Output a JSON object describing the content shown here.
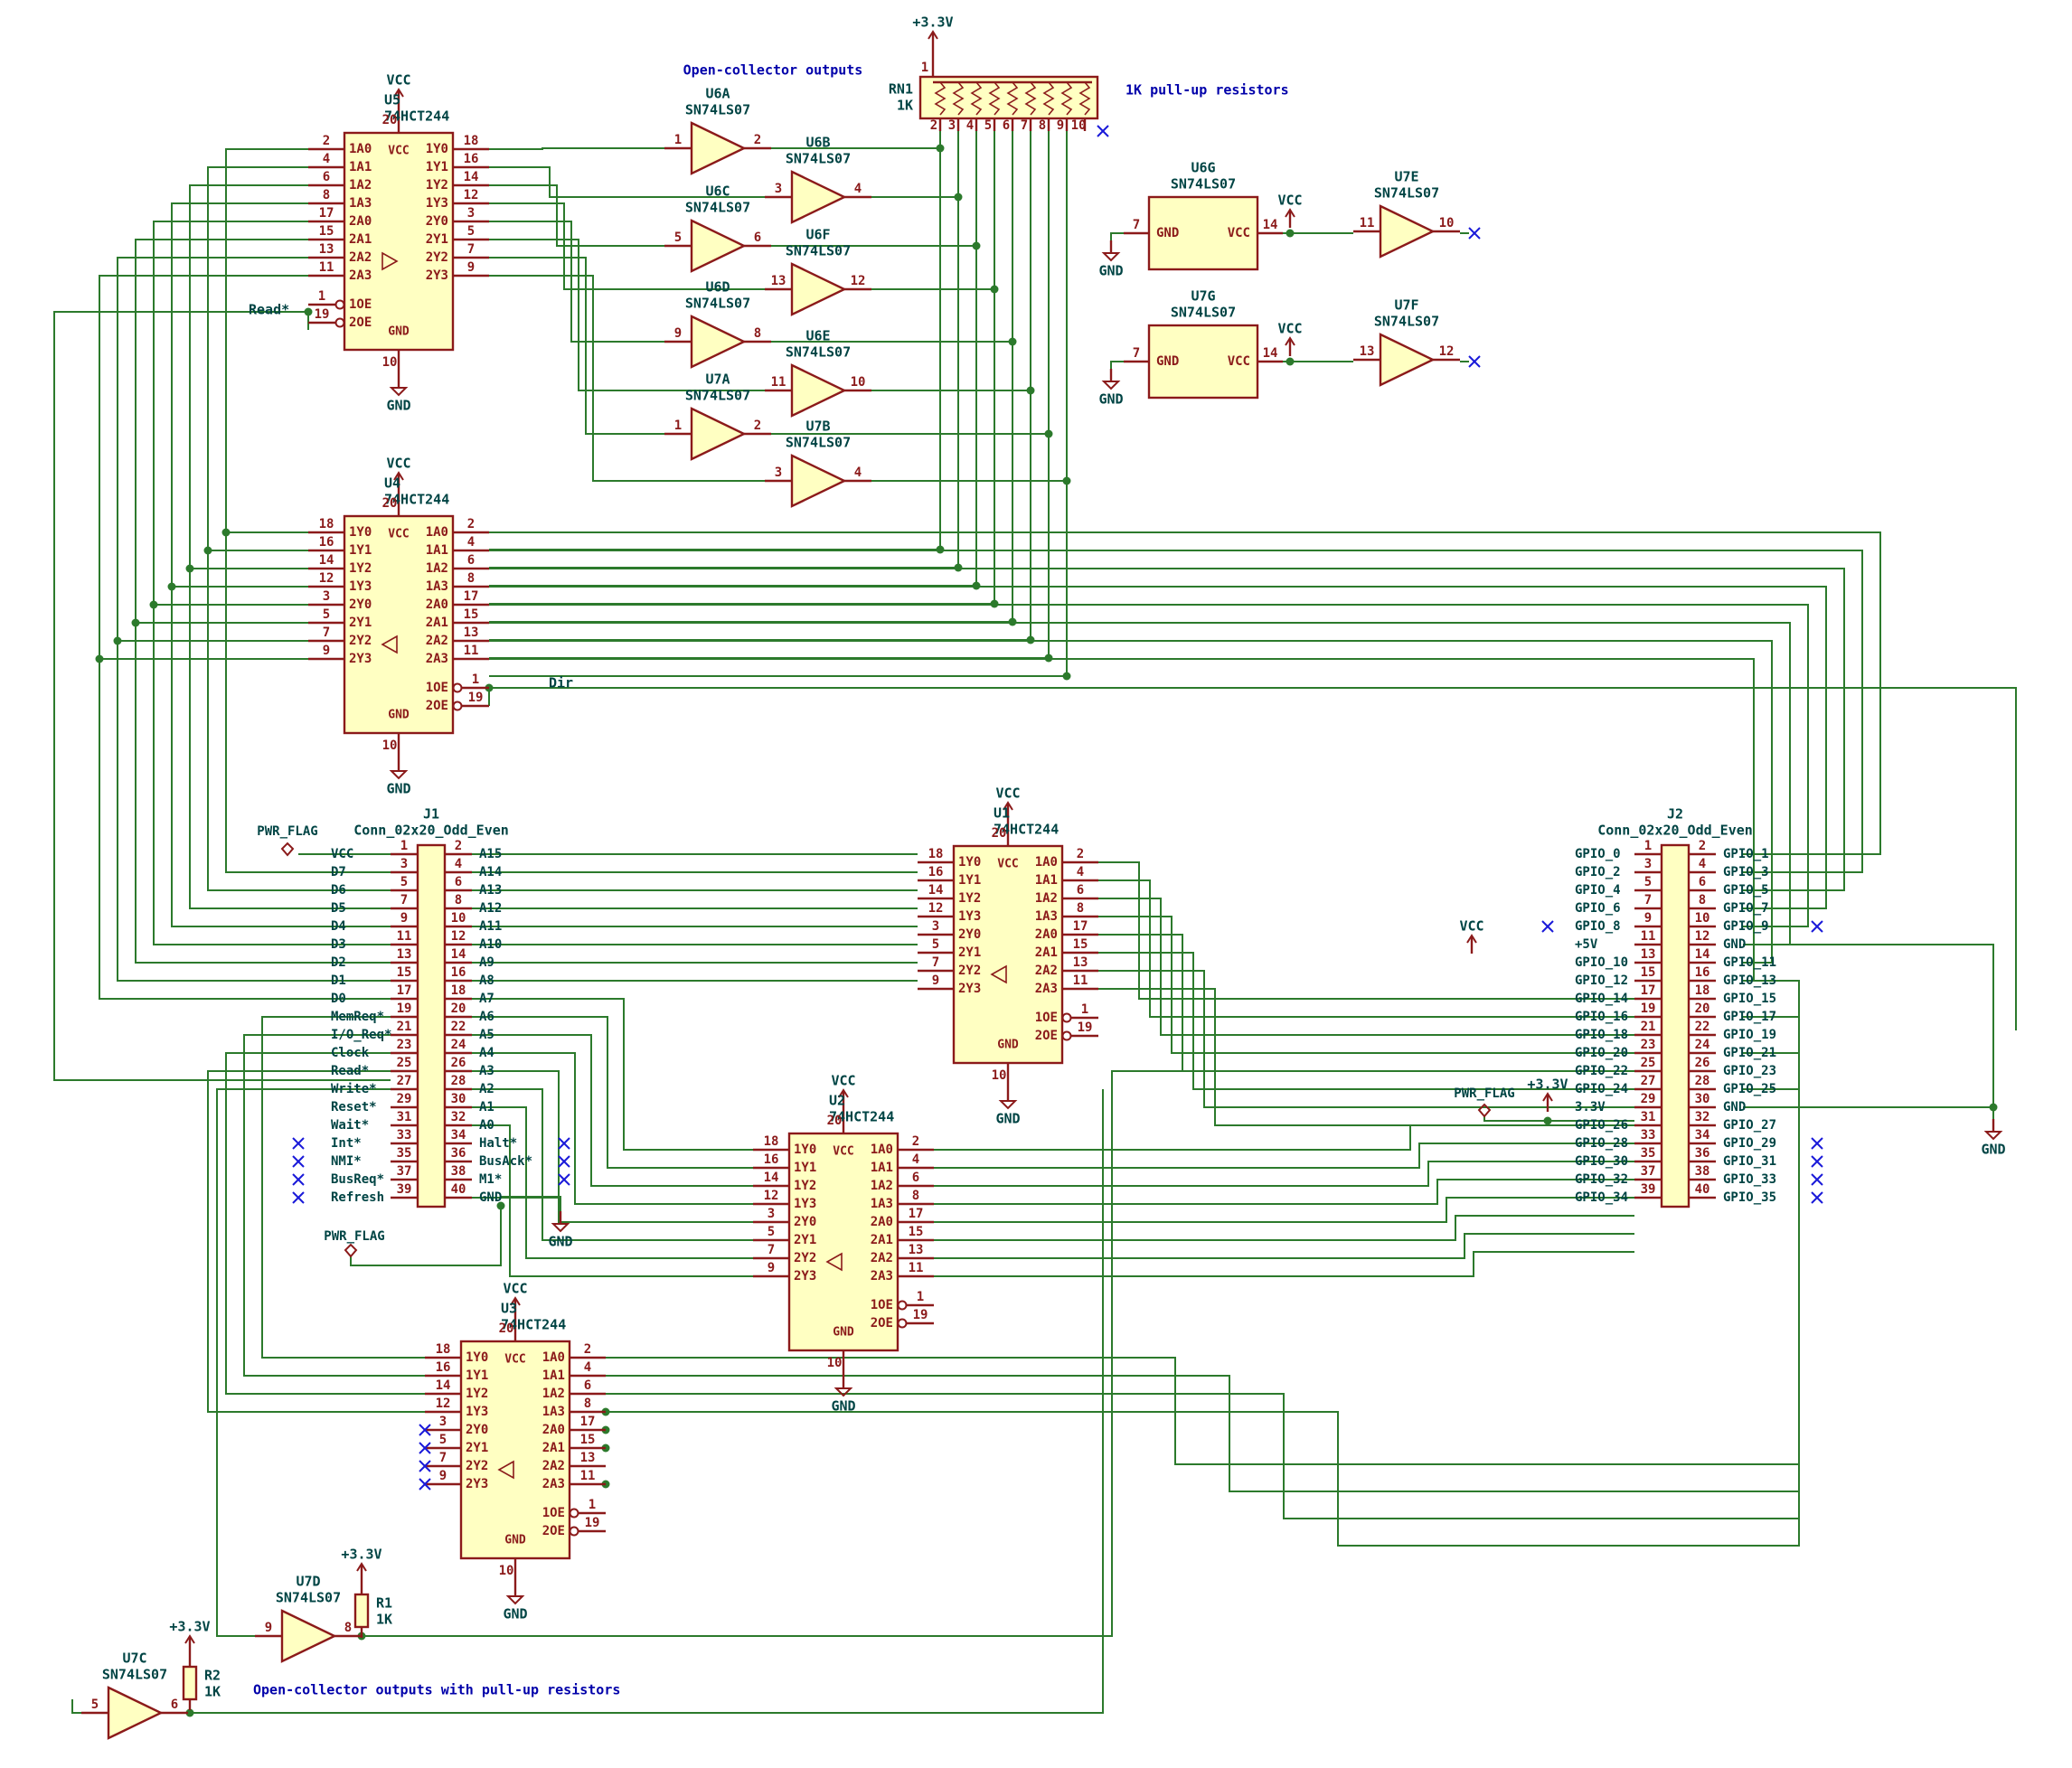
{
  "colors": {
    "wire": "#2c7a2c",
    "component": "#8b1a1a",
    "body_fill": "#ffffc2",
    "text": "#004444",
    "note": "#0000aa",
    "noconn": "#1a1ad9"
  },
  "notes": {
    "oc_outputs": "Open-collector outputs",
    "pullups": "1K pull-up resistors",
    "oc_with_pullups": "Open-collector outputs with pull-up resistors"
  },
  "power": {
    "vcc": "VCC",
    "gnd": "GND",
    "v33": "+3.3V",
    "pwr_flag": "PWR_FLAG"
  },
  "net_labels": {
    "read": "Read*",
    "dir": "Dir"
  },
  "chips": [
    {
      "ref": "U5",
      "value": "74HCT244",
      "vcc_pin": "20",
      "gnd_pin": "10",
      "left_type": "in",
      "left_pins": [
        [
          "2",
          "1A0"
        ],
        [
          "4",
          "1A1"
        ],
        [
          "6",
          "1A2"
        ],
        [
          "8",
          "1A3"
        ],
        [
          "17",
          "2A0"
        ],
        [
          "15",
          "2A1"
        ],
        [
          "13",
          "2A2"
        ],
        [
          "11",
          "2A3"
        ]
      ],
      "right_pins": [
        [
          "18",
          "1Y0"
        ],
        [
          "16",
          "1Y1"
        ],
        [
          "14",
          "1Y2"
        ],
        [
          "12",
          "1Y3"
        ],
        [
          "3",
          "2Y0"
        ],
        [
          "5",
          "2Y1"
        ],
        [
          "7",
          "2Y2"
        ],
        [
          "9",
          "2Y3"
        ]
      ],
      "oe_pins": [
        [
          "1",
          "1OE"
        ],
        [
          "19",
          "2OE"
        ]
      ]
    },
    {
      "ref": "U4",
      "value": "74HCT244",
      "vcc_pin": "20",
      "gnd_pin": "10",
      "left_type": "out",
      "left_pins": [
        [
          "18",
          "1Y0"
        ],
        [
          "16",
          "1Y1"
        ],
        [
          "14",
          "1Y2"
        ],
        [
          "12",
          "1Y3"
        ],
        [
          "3",
          "2Y0"
        ],
        [
          "5",
          "2Y1"
        ],
        [
          "7",
          "2Y2"
        ],
        [
          "9",
          "2Y3"
        ]
      ],
      "right_pins": [
        [
          "2",
          "1A0"
        ],
        [
          "4",
          "1A1"
        ],
        [
          "6",
          "1A2"
        ],
        [
          "8",
          "1A3"
        ],
        [
          "17",
          "2A0"
        ],
        [
          "15",
          "2A1"
        ],
        [
          "13",
          "2A2"
        ],
        [
          "11",
          "2A3"
        ]
      ],
      "oe_pins": [
        [
          "1",
          "1OE"
        ],
        [
          "19",
          "2OE"
        ]
      ]
    },
    {
      "ref": "U1",
      "value": "74HCT244",
      "vcc_pin": "20",
      "gnd_pin": "10",
      "left_type": "out",
      "left_pins": [
        [
          "18",
          "1Y0"
        ],
        [
          "16",
          "1Y1"
        ],
        [
          "14",
          "1Y2"
        ],
        [
          "12",
          "1Y3"
        ],
        [
          "3",
          "2Y0"
        ],
        [
          "5",
          "2Y1"
        ],
        [
          "7",
          "2Y2"
        ],
        [
          "9",
          "2Y3"
        ]
      ],
      "right_pins": [
        [
          "2",
          "1A0"
        ],
        [
          "4",
          "1A1"
        ],
        [
          "6",
          "1A2"
        ],
        [
          "8",
          "1A3"
        ],
        [
          "17",
          "2A0"
        ],
        [
          "15",
          "2A1"
        ],
        [
          "13",
          "2A2"
        ],
        [
          "11",
          "2A3"
        ]
      ],
      "oe_pins": [
        [
          "1",
          "1OE"
        ],
        [
          "19",
          "2OE"
        ]
      ]
    },
    {
      "ref": "U2",
      "value": "74HCT244",
      "vcc_pin": "20",
      "gnd_pin": "10",
      "left_type": "out",
      "left_pins": [
        [
          "18",
          "1Y0"
        ],
        [
          "16",
          "1Y1"
        ],
        [
          "14",
          "1Y2"
        ],
        [
          "12",
          "1Y3"
        ],
        [
          "3",
          "2Y0"
        ],
        [
          "5",
          "2Y1"
        ],
        [
          "7",
          "2Y2"
        ],
        [
          "9",
          "2Y3"
        ]
      ],
      "right_pins": [
        [
          "2",
          "1A0"
        ],
        [
          "4",
          "1A1"
        ],
        [
          "6",
          "1A2"
        ],
        [
          "8",
          "1A3"
        ],
        [
          "17",
          "2A0"
        ],
        [
          "15",
          "2A1"
        ],
        [
          "13",
          "2A2"
        ],
        [
          "11",
          "2A3"
        ]
      ],
      "oe_pins": [
        [
          "1",
          "1OE"
        ],
        [
          "19",
          "2OE"
        ]
      ]
    },
    {
      "ref": "U3",
      "value": "74HCT244",
      "vcc_pin": "20",
      "gnd_pin": "10",
      "left_type": "out",
      "left_pins": [
        [
          "18",
          "1Y0"
        ],
        [
          "16",
          "1Y1"
        ],
        [
          "14",
          "1Y2"
        ],
        [
          "12",
          "1Y3"
        ],
        [
          "3",
          "2Y0"
        ],
        [
          "5",
          "2Y1"
        ],
        [
          "7",
          "2Y2"
        ],
        [
          "9",
          "2Y3"
        ]
      ],
      "right_pins": [
        [
          "2",
          "1A0"
        ],
        [
          "4",
          "1A1"
        ],
        [
          "6",
          "1A2"
        ],
        [
          "8",
          "1A3"
        ],
        [
          "17",
          "2A0"
        ],
        [
          "15",
          "2A1"
        ],
        [
          "13",
          "2A2"
        ],
        [
          "11",
          "2A3"
        ]
      ],
      "oe_pins": [
        [
          "1",
          "1OE"
        ],
        [
          "19",
          "2OE"
        ]
      ]
    }
  ],
  "gates": [
    {
      "ref": "U6A",
      "value": "SN74LS07",
      "in": "1",
      "out": "2"
    },
    {
      "ref": "U6B",
      "value": "SN74LS07",
      "in": "3",
      "out": "4"
    },
    {
      "ref": "U6C",
      "value": "SN74LS07",
      "in": "5",
      "out": "6"
    },
    {
      "ref": "U6F",
      "value": "SN74LS07",
      "in": "13",
      "out": "12"
    },
    {
      "ref": "U6D",
      "value": "SN74LS07",
      "in": "9",
      "out": "8"
    },
    {
      "ref": "U6E",
      "value": "SN74LS07",
      "in": "11",
      "out": "10"
    },
    {
      "ref": "U7A",
      "value": "SN74LS07",
      "in": "1",
      "out": "2"
    },
    {
      "ref": "U7B",
      "value": "SN74LS07",
      "in": "3",
      "out": "4"
    },
    {
      "ref": "U7E",
      "value": "SN74LS07",
      "in": "11",
      "out": "10"
    },
    {
      "ref": "U7F",
      "value": "SN74LS07",
      "in": "13",
      "out": "12"
    },
    {
      "ref": "U7D",
      "value": "SN74LS07",
      "in": "9",
      "out": "8"
    },
    {
      "ref": "U7C",
      "value": "SN74LS07",
      "in": "5",
      "out": "6"
    }
  ],
  "power_units": [
    {
      "ref": "U6G",
      "value": "SN74LS07",
      "gnd_pin": "7",
      "vcc_pin": "14"
    },
    {
      "ref": "U7G",
      "value": "SN74LS07",
      "gnd_pin": "7",
      "vcc_pin": "14"
    }
  ],
  "resistors": [
    {
      "ref": "R1",
      "value": "1K"
    },
    {
      "ref": "R2",
      "value": "1K"
    }
  ],
  "rnet": {
    "ref": "RN1",
    "value": "1K",
    "pins": [
      "1",
      "2",
      "3",
      "4",
      "5",
      "6",
      "7",
      "8",
      "9",
      "10"
    ]
  },
  "connectors": {
    "j1": {
      "ref": "J1",
      "value": "Conn_02x20_Odd_Even",
      "left": [
        [
          "VCC",
          "1"
        ],
        [
          "D7",
          "3"
        ],
        [
          "D6",
          "5"
        ],
        [
          "D5",
          "7"
        ],
        [
          "D4",
          "9"
        ],
        [
          "D3",
          "11"
        ],
        [
          "D2",
          "13"
        ],
        [
          "D1",
          "15"
        ],
        [
          "D0",
          "17"
        ],
        [
          "MemReq*",
          "19"
        ],
        [
          "I/O_Req*",
          "21"
        ],
        [
          "Clock",
          "23"
        ],
        [
          "Read*",
          "25"
        ],
        [
          "Write*",
          "27"
        ],
        [
          "Reset*",
          "29"
        ],
        [
          "Wait*",
          "31"
        ],
        [
          "Int*",
          "33"
        ],
        [
          "NMI*",
          "35"
        ],
        [
          "BusReq*",
          "37"
        ],
        [
          "Refresh",
          "39"
        ]
      ],
      "right": [
        [
          "2",
          "A15"
        ],
        [
          "4",
          "A14"
        ],
        [
          "6",
          "A13"
        ],
        [
          "8",
          "A12"
        ],
        [
          "10",
          "A11"
        ],
        [
          "12",
          "A10"
        ],
        [
          "14",
          "A9"
        ],
        [
          "16",
          "A8"
        ],
        [
          "18",
          "A7"
        ],
        [
          "20",
          "A6"
        ],
        [
          "22",
          "A5"
        ],
        [
          "24",
          "A4"
        ],
        [
          "26",
          "A3"
        ],
        [
          "28",
          "A2"
        ],
        [
          "30",
          "A1"
        ],
        [
          "32",
          "A0"
        ],
        [
          "34",
          "Halt*"
        ],
        [
          "36",
          "BusAck*"
        ],
        [
          "38",
          "M1*"
        ],
        [
          "40",
          "GND"
        ]
      ]
    },
    "j2": {
      "ref": "J2",
      "value": "Conn_02x20_Odd_Even",
      "left": [
        [
          "GPIO_0",
          "1"
        ],
        [
          "GPIO_2",
          "3"
        ],
        [
          "GPIO_4",
          "5"
        ],
        [
          "GPIO_6",
          "7"
        ],
        [
          "GPIO_8",
          "9"
        ],
        [
          "+5V",
          "11"
        ],
        [
          "GPIO_10",
          "13"
        ],
        [
          "GPIO_12",
          "15"
        ],
        [
          "GPIO_14",
          "17"
        ],
        [
          "GPIO_16",
          "19"
        ],
        [
          "GPIO_18",
          "21"
        ],
        [
          "GPIO_20",
          "23"
        ],
        [
          "GPIO_22",
          "25"
        ],
        [
          "GPIO_24",
          "27"
        ],
        [
          "3.3V",
          "29"
        ],
        [
          "GPIO_26",
          "31"
        ],
        [
          "GPIO_28",
          "33"
        ],
        [
          "GPIO_30",
          "35"
        ],
        [
          "GPIO_32",
          "37"
        ],
        [
          "GPIO_34",
          "39"
        ]
      ],
      "right": [
        [
          "2",
          "GPIO_1"
        ],
        [
          "4",
          "GPIO_3"
        ],
        [
          "6",
          "GPIO_5"
        ],
        [
          "8",
          "GPIO_7"
        ],
        [
          "10",
          "GPIO_9"
        ],
        [
          "12",
          "GND"
        ],
        [
          "14",
          "GPIO_11"
        ],
        [
          "16",
          "GPIO_13"
        ],
        [
          "18",
          "GPIO_15"
        ],
        [
          "20",
          "GPIO_17"
        ],
        [
          "22",
          "GPIO_19"
        ],
        [
          "24",
          "GPIO_21"
        ],
        [
          "26",
          "GPIO_23"
        ],
        [
          "28",
          "GPIO_25"
        ],
        [
          "30",
          "GND"
        ],
        [
          "32",
          "GPIO_27"
        ],
        [
          "34",
          "GPIO_29"
        ],
        [
          "36",
          "GPIO_31"
        ],
        [
          "38",
          "GPIO_33"
        ],
        [
          "40",
          "GPIO_35"
        ]
      ]
    }
  }
}
